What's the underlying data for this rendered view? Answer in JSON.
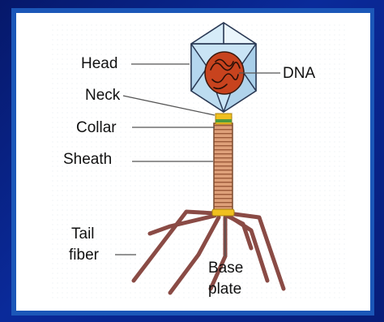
{
  "diagram": {
    "labels": {
      "head": "Head",
      "dna": "DNA",
      "neck": "Neck",
      "collar": "Collar",
      "sheath": "Sheath",
      "tail_fiber_1": "Tail",
      "tail_fiber_2": "fiber",
      "base_plate_1": "Base",
      "base_plate_2": "plate"
    },
    "colors": {
      "background": "#0a2a9a",
      "frame": "#1b57b8",
      "head_fill": "#c9e4f5",
      "dna_fill": "#c8431e",
      "collar": "#f0c020",
      "sheath": "#d89a6c",
      "tail_fiber": "#8a4b45"
    }
  }
}
